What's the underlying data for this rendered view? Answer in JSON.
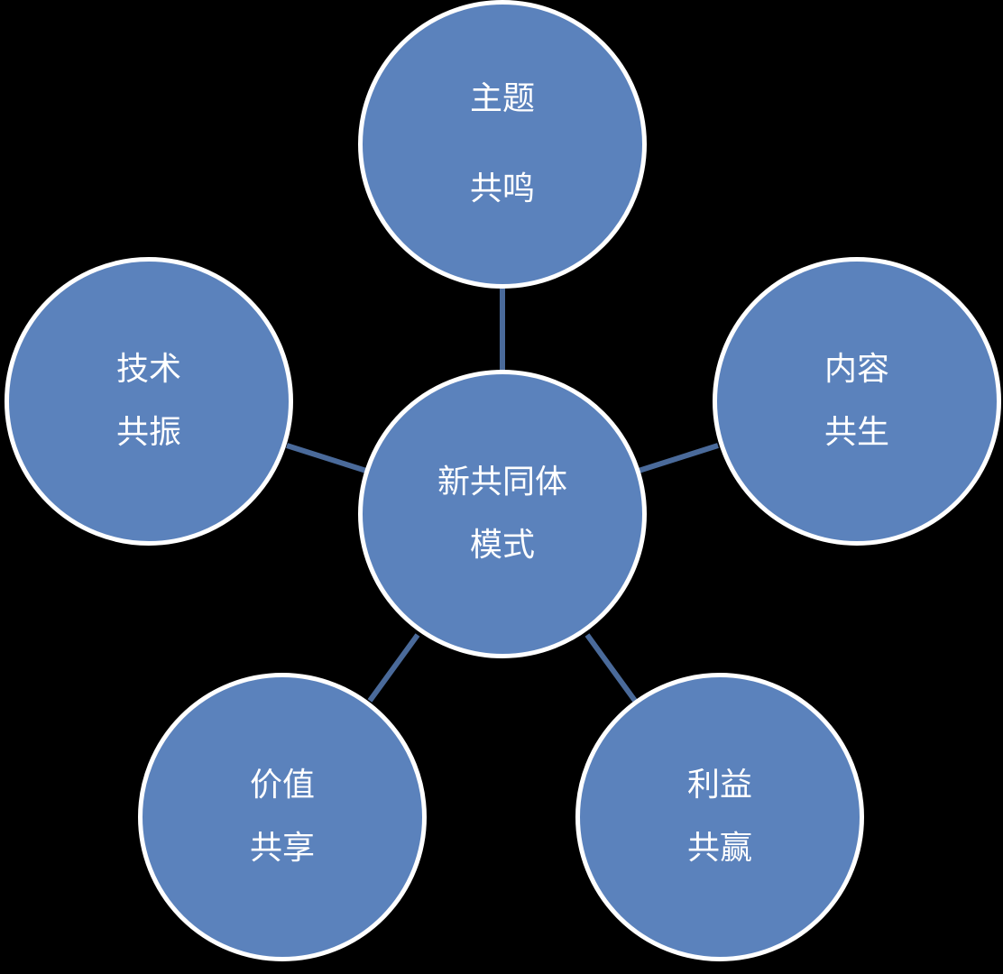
{
  "colors": {
    "node_fill": "#5b82bc",
    "node_border": "#ffffff",
    "connector": "#4a6a9a",
    "background": "#000000"
  },
  "center": {
    "line1": "新共同体",
    "line2": "模式"
  },
  "nodes": [
    {
      "id": "top",
      "line1": "主题",
      "line2": "共鸣"
    },
    {
      "id": "right",
      "line1": "内容",
      "line2": "共生"
    },
    {
      "id": "bottom-right",
      "line1": "利益",
      "line2": "共赢"
    },
    {
      "id": "bottom-left",
      "line1": "价值",
      "line2": "共享"
    },
    {
      "id": "left",
      "line1": "技术",
      "line2": "共振"
    }
  ]
}
